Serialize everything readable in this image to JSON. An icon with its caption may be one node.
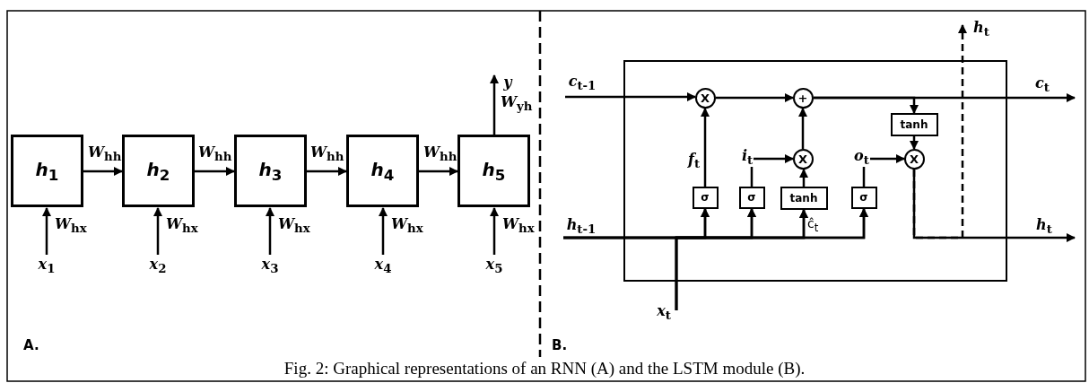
{
  "diagram": {
    "caption": "Fig. 2: Graphical representations of an RNN (A) and the LSTM module (B).",
    "nodes": [
      {
        "text": [
          "h$_{1}$"
        ]
      },
      {
        "text": [
          "h$_{2}$"
        ]
      },
      {
        "text": [
          "h$_{3}$"
        ]
      },
      {
        "text": [
          "h$_{4}$"
        ]
      },
      {
        "text": [
          "h$_{5}$"
        ]
      },
      {
        "text": [
          "x$_{1}$"
        ]
      },
      {
        "text": [
          "x$_{2}$"
        ]
      },
      {
        "text": [
          "x$_{3}$"
        ]
      },
      {
        "text": [
          "x$_{4}$"
        ]
      },
      {
        "text": [
          "x$_{5}$"
        ]
      },
      {
        "text": [
          "y"
        ]
      },
      {
        "text": [],
        "shape": "box"
      },
      {
        "text": [
          "c$_{t-1}$"
        ]
      },
      {
        "text": [
          "h$_{t-1}$"
        ]
      },
      {
        "text": [
          "x$_{t}$"
        ]
      },
      {
        "text": [
          "X"
        ],
        "in": 11
      },
      {
        "text": [
          "+"
        ],
        "in": 11
      },
      {
        "text": [
          "X"
        ],
        "in": 11
      },
      {
        "text": [
          "X"
        ],
        "in": 11
      },
      {
        "text": [
          "σ"
        ],
        "in": 11
      },
      {
        "text": [
          "σ"
        ],
        "in": 11
      },
      {
        "text": [
          "tanh"
        ],
        "in": 11
      },
      {
        "text": [
          "σ"
        ],
        "in": 11
      },
      {
        "text": [
          "tanh"
        ],
        "in": 11
      },
      {
        "text": [
          "c$_{t}$"
        ]
      },
      {
        "text": [
          "h$_{t}$"
        ]
      },
      {
        "text": [
          "h$_{t}$"
        ]
      }
    ],
    "edges": [
      {
        "from": 5,
        "to": 0,
        "arrow": "to",
        "label": "W$_{hx}$"
      },
      {
        "from": 6,
        "to": 1,
        "arrow": "to",
        "label": "W$_{hx}$"
      },
      {
        "from": 7,
        "to": 2,
        "arrow": "to",
        "label": "W$_{hx}$"
      },
      {
        "from": 8,
        "to": 3,
        "arrow": "to",
        "label": "W$_{hx}$"
      },
      {
        "from": 9,
        "to": 4,
        "arrow": "to",
        "label": "W$_{hx}$"
      },
      {
        "from": 0,
        "to": 1,
        "arrow": "to",
        "label": "W$_{hh}$"
      },
      {
        "from": 1,
        "to": 2,
        "arrow": "to",
        "label": "W$_{hh}$"
      },
      {
        "from": 2,
        "to": 3,
        "arrow": "to",
        "label": "W$_{hh}$"
      },
      {
        "from": 3,
        "to": 4,
        "arrow": "to",
        "label": "W$_{hh}$"
      },
      {
        "from": 4,
        "to": 10,
        "arrow": "to",
        "label": "W$_{yh}$"
      },
      {
        "from": 12,
        "to": 15,
        "arrow": "to"
      },
      {
        "from": 15,
        "to": 16,
        "arrow": "to"
      },
      {
        "from": 17,
        "to": 16,
        "arrow": "to"
      },
      {
        "from": 16,
        "to": 24,
        "arrow": "to"
      },
      {
        "from": 16,
        "to": 23,
        "arrow": "to"
      },
      {
        "from": 23,
        "to": 18,
        "arrow": "to"
      },
      {
        "from": 19,
        "to": 15,
        "arrow": "to",
        "label": "f$_{t}$"
      },
      {
        "from": 20,
        "to": 17,
        "arrow": "to",
        "label": "i$_{t}$"
      },
      {
        "from": 21,
        "to": 17,
        "arrow": "to"
      },
      {
        "from": 22,
        "to": 18,
        "arrow": "to",
        "label": "o$_{t}$"
      },
      {
        "from": 18,
        "to": 25,
        "arrow": "to"
      },
      {
        "from": 18,
        "to": 26,
        "arrow": "to",
        "style": "dashed"
      },
      {
        "from": 13,
        "to": 19,
        "arrow": "to"
      },
      {
        "from": 13,
        "to": 20,
        "arrow": "to"
      },
      {
        "from": 13,
        "to": 21,
        "arrow": "to"
      },
      {
        "from": 13,
        "to": 22,
        "arrow": "to"
      },
      {
        "from": 14,
        "to": 19,
        "arrow": "to"
      },
      {
        "from": 14,
        "to": 20,
        "arrow": "to"
      },
      {
        "from": 14,
        "to": 21,
        "arrow": "to"
      },
      {
        "from": 14,
        "to": 22,
        "arrow": "to"
      }
    ],
    "labels": [
      "A.",
      "B.",
      "ĉ$_{t}$"
    ]
  }
}
